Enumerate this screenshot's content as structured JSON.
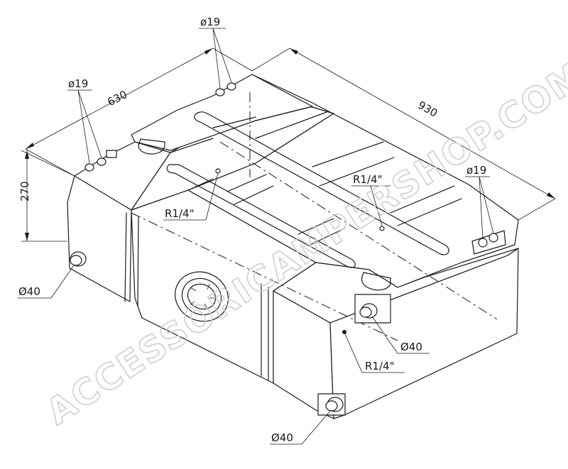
{
  "dimensions": {
    "width": "630",
    "length": "930",
    "height": "270"
  },
  "callouts": {
    "vent_top_left": "ø19",
    "vent_top_center": "ø19",
    "vent_right": "ø19",
    "thread_top_left": "R1/4\"",
    "thread_top_right": "R1/4\"",
    "thread_front": "R1/4\"",
    "outlet_left": "Ø40",
    "outlet_right": "Ø40",
    "outlet_bottom": "Ø40"
  },
  "watermark": "ACCESSORICAMPERSHOP.COM"
}
